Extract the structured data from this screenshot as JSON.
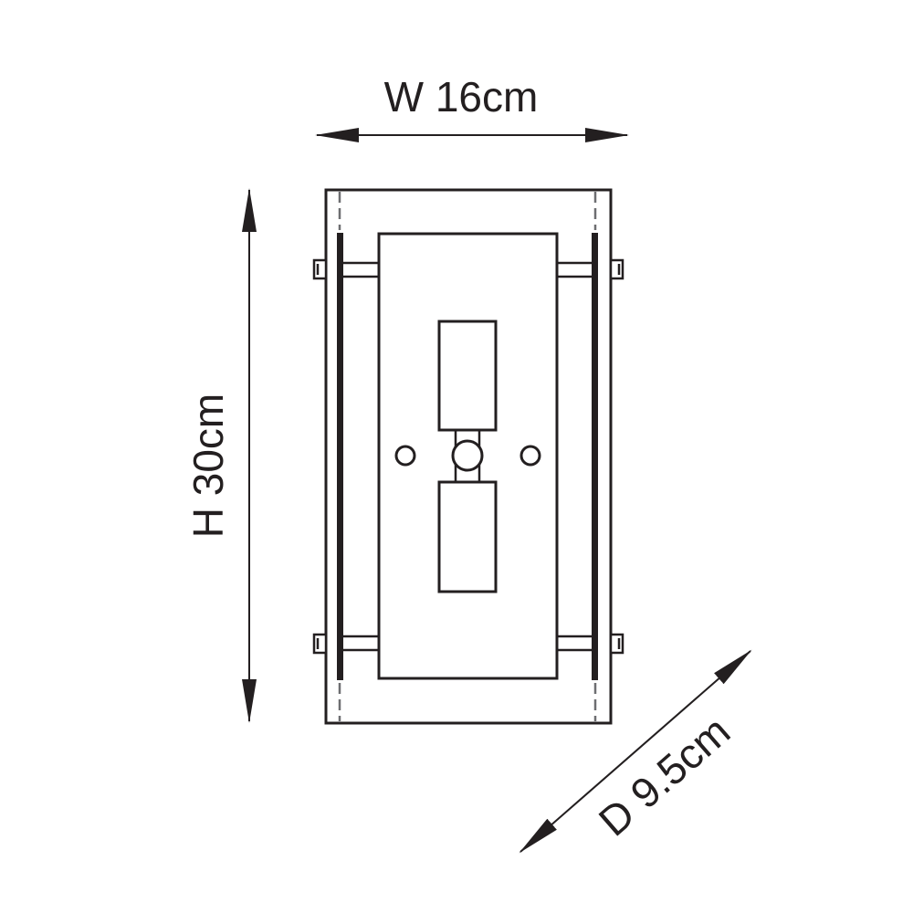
{
  "diagram": {
    "type": "technical-dimension-drawing",
    "subject": "wall light fitting (front elevation)",
    "line_color": "#231f20",
    "dash_color": "#6d6e71",
    "background": "#ffffff"
  },
  "dimensions": {
    "width": {
      "label": "W 16cm",
      "prefix": "W",
      "value": 16,
      "unit": "cm"
    },
    "height": {
      "label": "H 30cm",
      "prefix": "H",
      "value": 30,
      "unit": "cm"
    },
    "depth": {
      "label": "D 9.5cm",
      "prefix": "D",
      "value": 9.5,
      "unit": "cm"
    }
  }
}
